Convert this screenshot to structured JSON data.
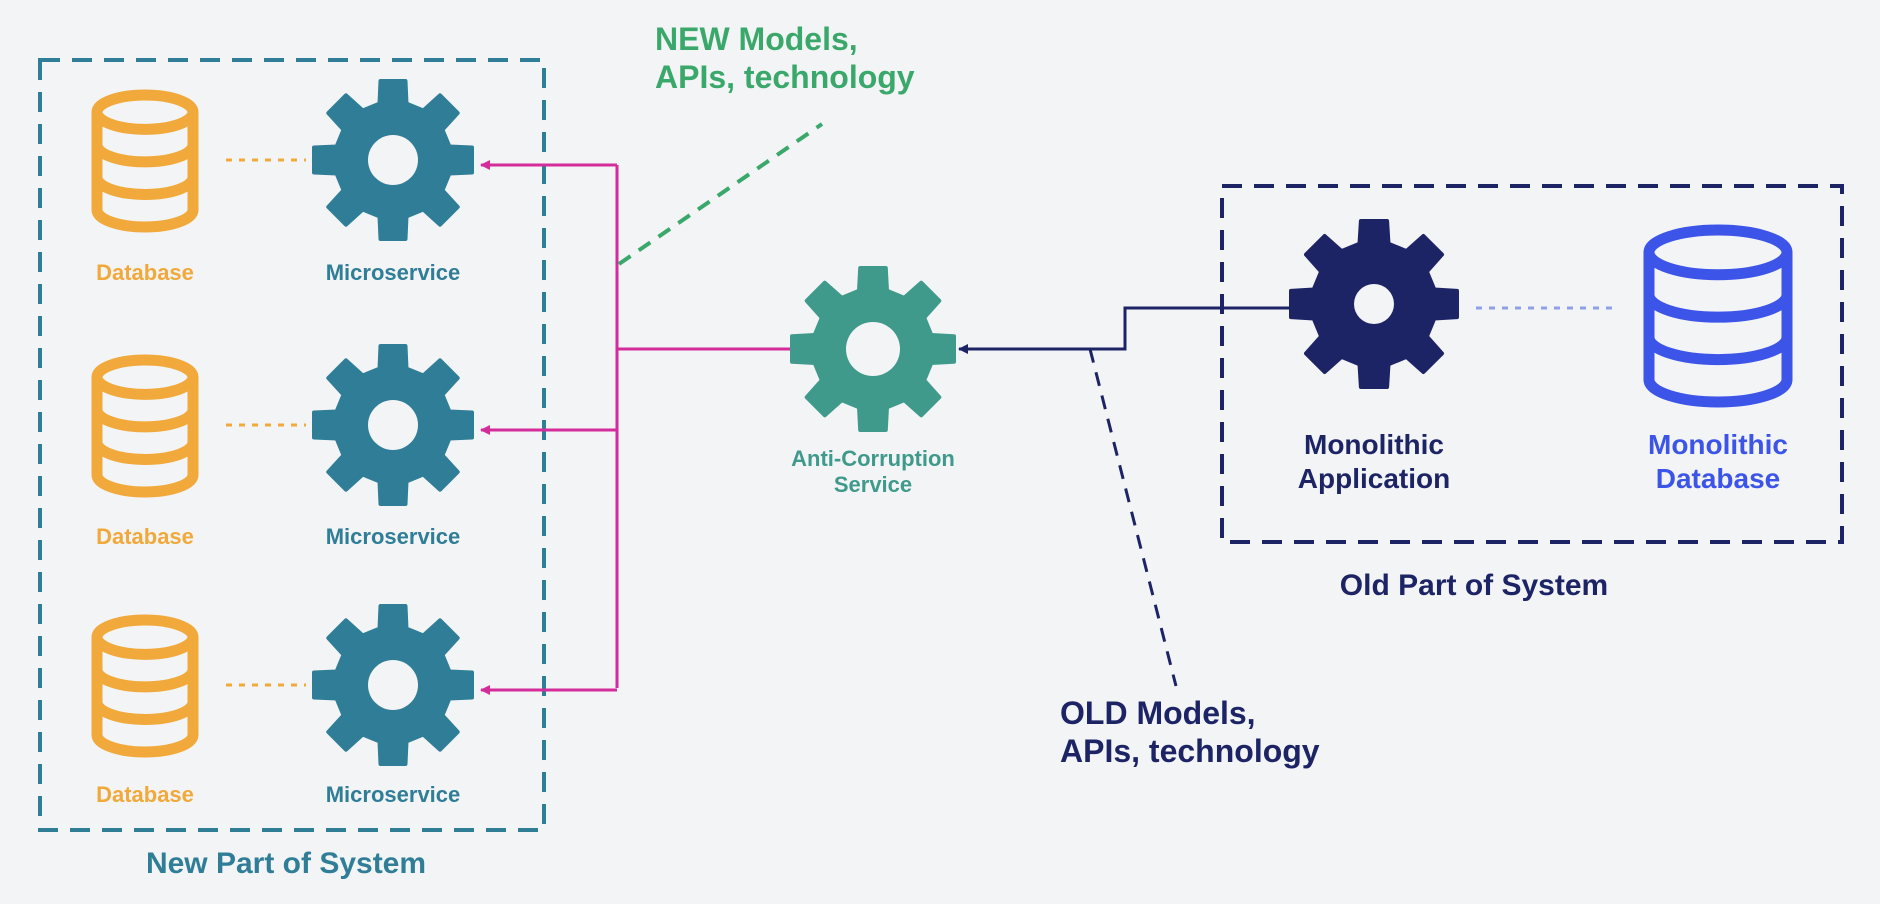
{
  "colors": {
    "database": "#f0a93a",
    "microservice": "#2f7d96",
    "acs": "#3f9a8c",
    "new_note": "#3aa86a",
    "monolith": "#1d2466",
    "mono_db": "#3c55e8",
    "pink": "#d42c9a"
  },
  "icons": {
    "database": "database-icon",
    "gear": "gear-icon"
  },
  "new_system": {
    "label": "New Part of System",
    "rows": [
      {
        "database_label": "Database",
        "microservice_label": "Microservice"
      },
      {
        "database_label": "Database",
        "microservice_label": "Microservice"
      },
      {
        "database_label": "Database",
        "microservice_label": "Microservice"
      }
    ]
  },
  "anti_corruption": {
    "line1": "Anti-Corruption",
    "line2": "Service"
  },
  "old_system": {
    "label": "Old Part of System",
    "app": {
      "line1": "Monolithic",
      "line2": "Application"
    },
    "db": {
      "line1": "Monolithic",
      "line2": "Database"
    }
  },
  "notes": {
    "new": {
      "line1": "NEW Models,",
      "line2": "APIs, technology"
    },
    "old": {
      "line1": "OLD Models,",
      "line2": "APIs, technology"
    }
  }
}
